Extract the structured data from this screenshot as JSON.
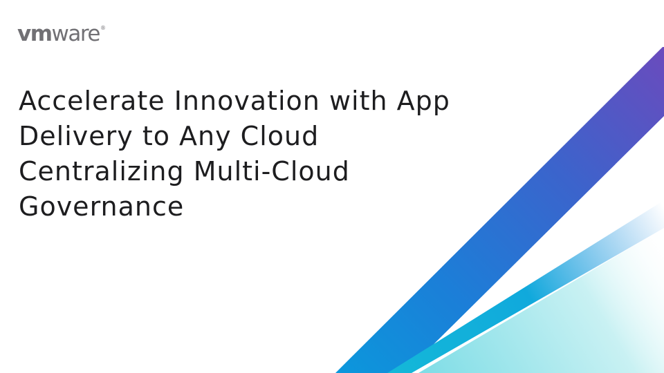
{
  "logo": {
    "brand_bold": "vm",
    "brand_light": "ware",
    "registered": "®"
  },
  "title": {
    "lines": [
      "Accelerate Innovation with App",
      "Delivery to Any Cloud",
      "Centralizing Multi-Cloud",
      "Governance"
    ]
  },
  "colors": {
    "background": "#ffffff",
    "logo_gray": "#717074",
    "title_text": "#1d1d1f",
    "stripe_dark_purple": "#5f4bbf",
    "stripe_blue": "#1f74d6",
    "stripe_cyan": "#0ea0d8",
    "stripe_light_cyan": "#8fe3ea"
  }
}
